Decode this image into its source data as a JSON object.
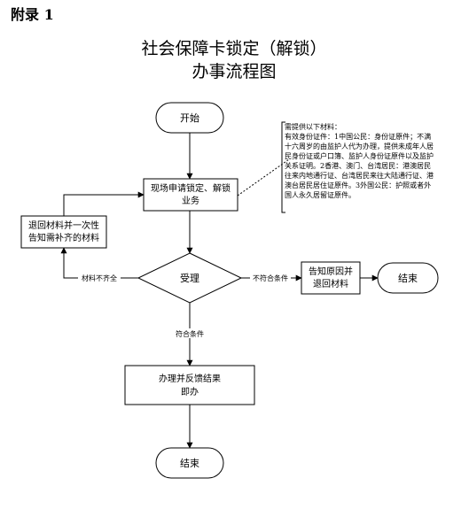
{
  "appendix_label": "附录 1",
  "title": {
    "line1": "社会保障卡锁定（解锁）",
    "line2": "办事流程图"
  },
  "nodes": {
    "start": "开始",
    "apply": {
      "line1": "现场申请锁定、解锁",
      "line2": "业务"
    },
    "return_materials": {
      "line1": "退回材料并一次性",
      "line2": "告知需补齐的材料"
    },
    "accept": "受理",
    "notify": {
      "line1": "告知原因并",
      "line2": "退回材料"
    },
    "end_right": "结束",
    "process": {
      "line1": "办理并反馈结果",
      "line2": "即办"
    },
    "end_bottom": "结束"
  },
  "edges": {
    "incomplete": "材料不齐全",
    "not_qualified": "不符合条件",
    "qualified": "符合条件"
  },
  "note": {
    "lines": [
      "需提供以下材料：",
      "有效身份证件：1中国公民：身份证原件；不满",
      "十六周岁的由监护人代为办理，提供未成年人居",
      "民身份证或户口簿、监护人身份证原件以及监护",
      "关系证明。2香港、澳门、台湾居民：港澳居民",
      "往来内地通行证、台湾居民来往大陆通行证、港",
      "澳台居民居住证原件。3外国公民：护照或者外",
      "国人永久居留证原件。"
    ]
  }
}
